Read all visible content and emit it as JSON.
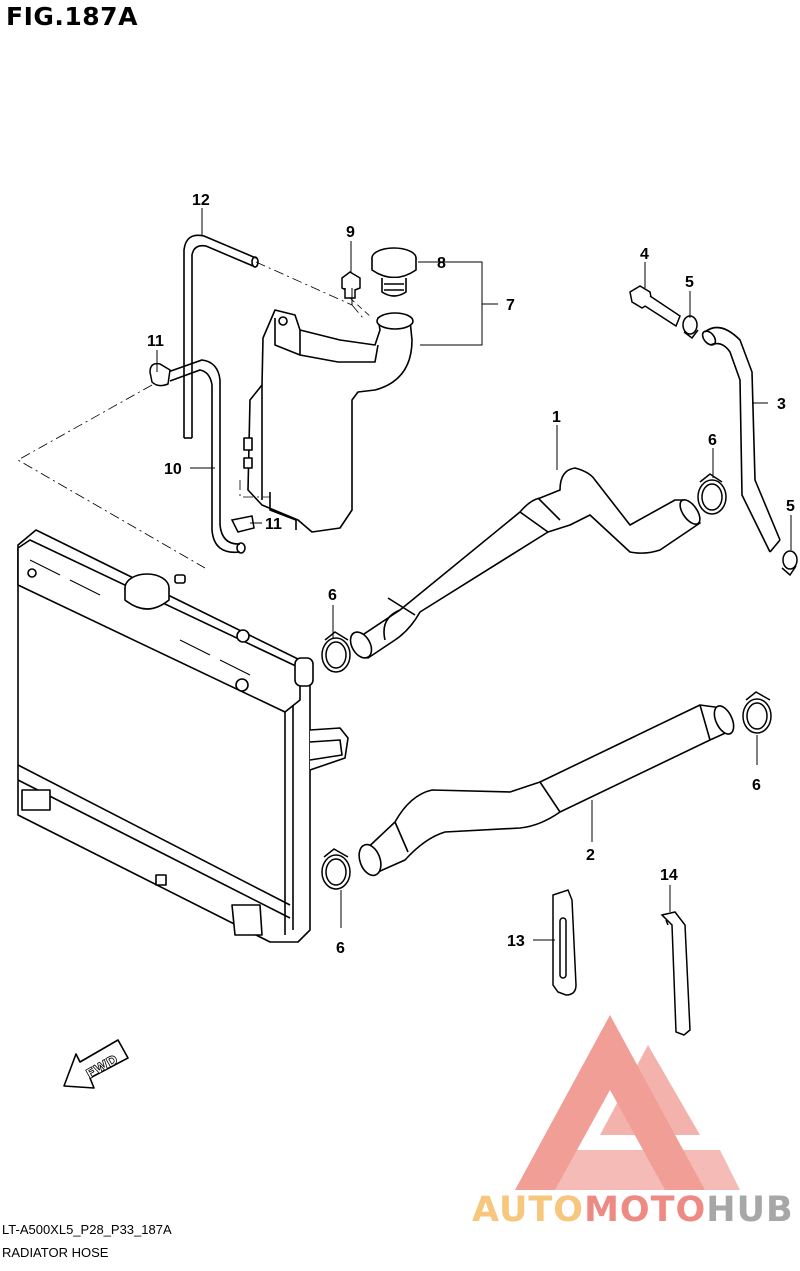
{
  "figure": {
    "title": "FIG.187A",
    "code": "LT-A500XL5_P28_P33_187A",
    "name": "RADIATOR HOSE",
    "fwd_label": "FWD"
  },
  "callouts": {
    "c1": "1",
    "c2": "2",
    "c3": "3",
    "c3b": "5",
    "c4": "4",
    "c5a": "5",
    "c6a": "6",
    "c6b": "6",
    "c6c": "6",
    "c6d": "6",
    "c7": "7",
    "c8": "8",
    "c9": "9",
    "c10": "10",
    "c11a": "11",
    "c11b": "11",
    "c12": "12",
    "c13": "13",
    "c14": "14"
  },
  "watermark": {
    "part1": "AUTO",
    "part2": "MOTO",
    "part3": "HUB",
    "colors": {
      "yellow": "#f6c77c",
      "red": "#ee8a84",
      "gray": "#a7a7a7"
    }
  }
}
